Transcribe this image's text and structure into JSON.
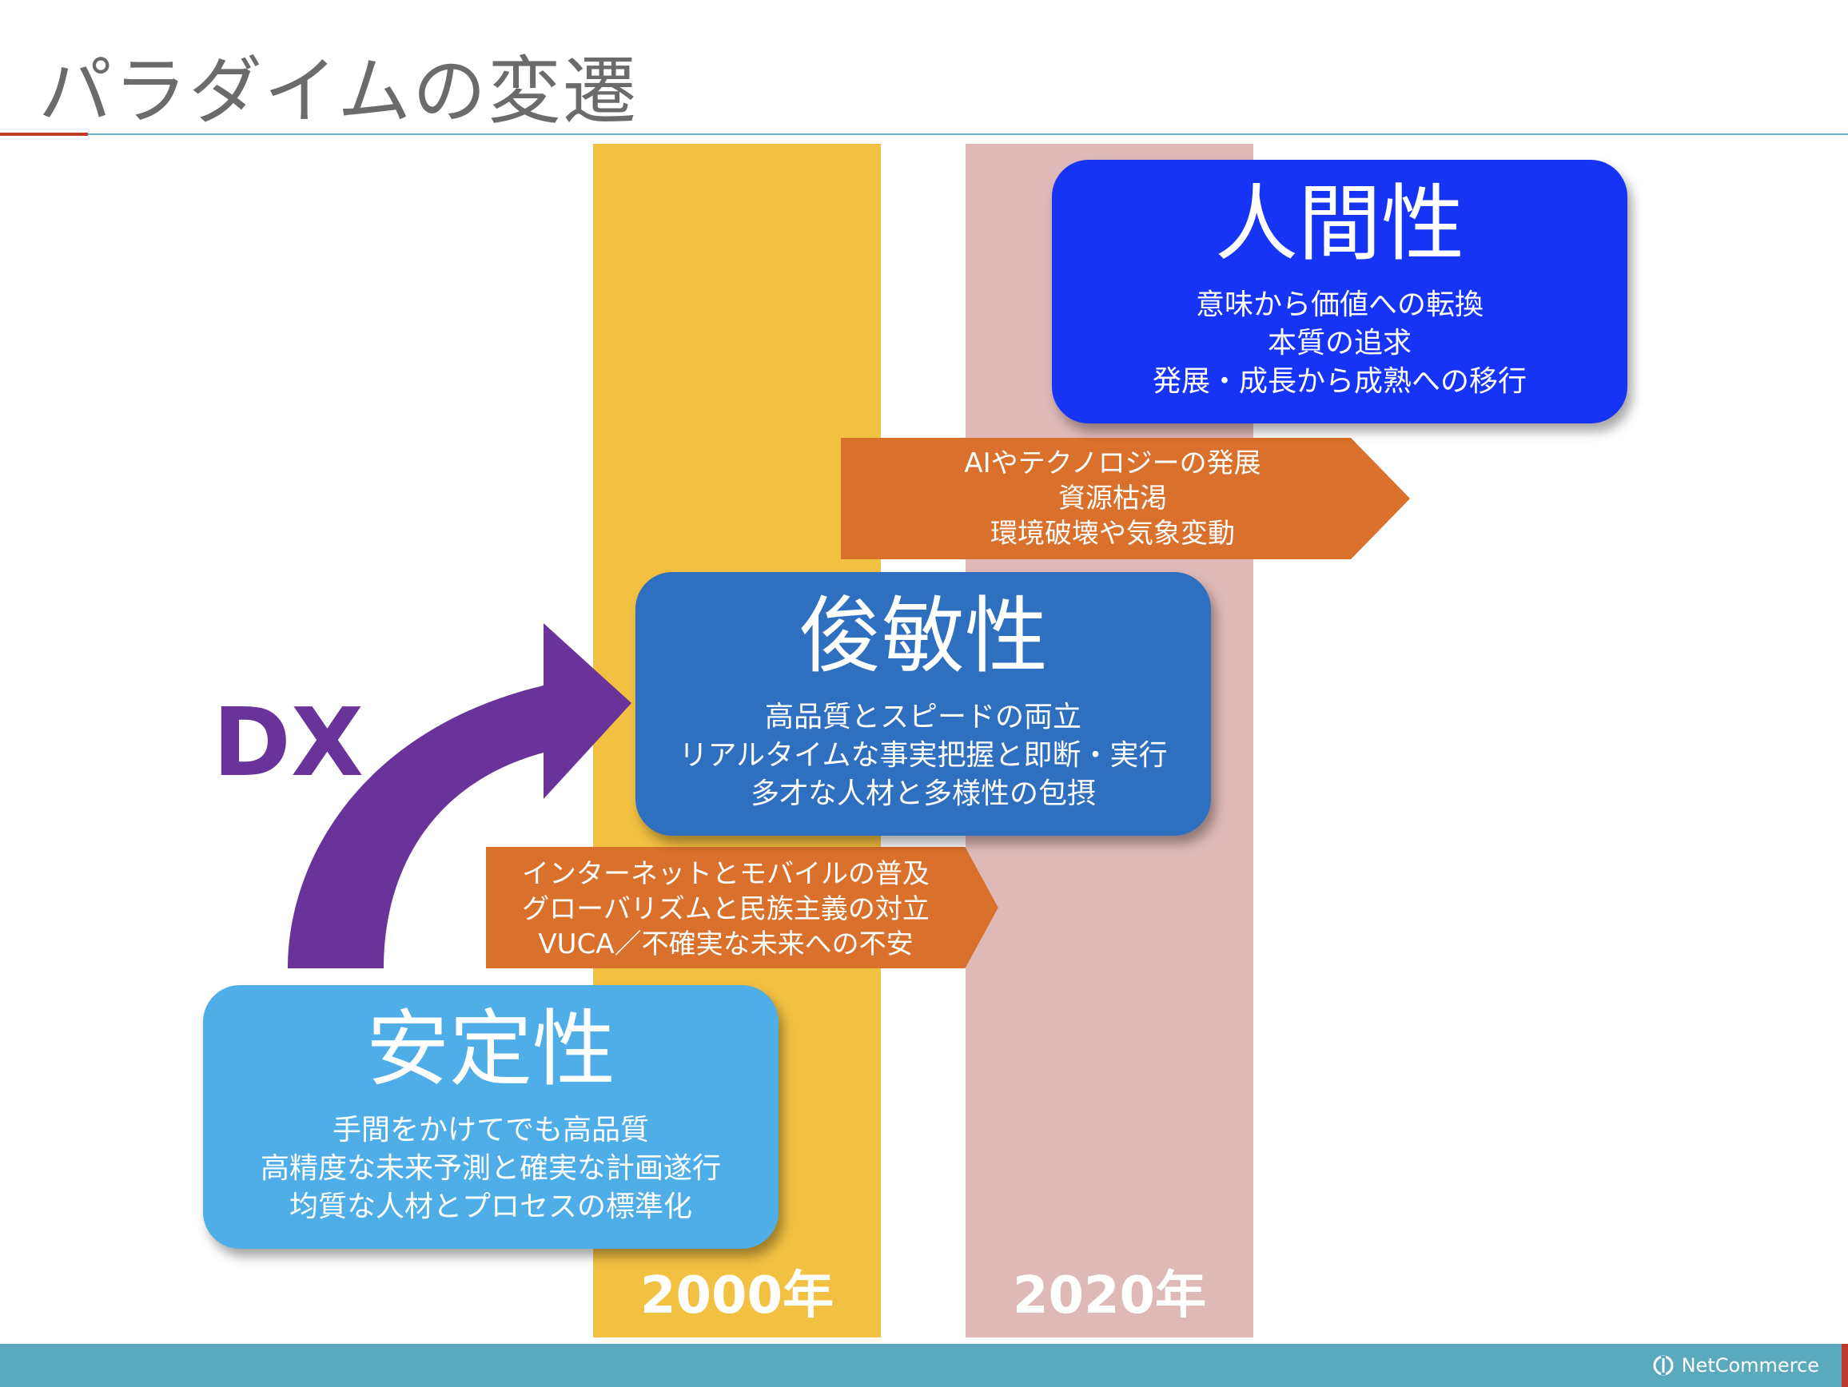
{
  "slide": {
    "title": "パラダイムの変遷"
  },
  "columns": [
    {
      "year": "2000年",
      "color": "#f3c141"
    },
    {
      "year": "2020年",
      "color": "#dfb9b8"
    }
  ],
  "stages": {
    "human": {
      "heading": "人間性",
      "lines": [
        "意味から価値への転換",
        "本質の追求",
        "発展・成長から成熟への移行"
      ],
      "color": "#1534f5"
    },
    "agile": {
      "heading": "俊敏性",
      "lines": [
        "高品質とスピードの両立",
        "リアルタイムな事実把握と即断・実行",
        "多才な人材と多様性の包摂"
      ],
      "color": "#2f6fc0"
    },
    "stable": {
      "heading": "安定性",
      "lines": [
        "手間をかけてでも高品質",
        "高精度な未来予測と確実な計画遂行",
        "均質な人材とプロセスの標準化"
      ],
      "color": "#4faee8"
    }
  },
  "drivers": {
    "top": {
      "lines": [
        "AIやテクノロジーの発展",
        "資源枯渇",
        "環境破壊や気象変動"
      ],
      "color": "#d9702b"
    },
    "mid": {
      "lines": [
        "インターネットとモバイルの普及",
        "グローバリズムと民族主義の対立",
        "VUCA／不確実な未来への不安"
      ],
      "color": "#d9702b"
    }
  },
  "dx": {
    "label": "DX",
    "color": "#6a3399"
  },
  "footer": {
    "brand": "NetCommerce",
    "logo_icon": "netcommerce-logo-icon"
  }
}
